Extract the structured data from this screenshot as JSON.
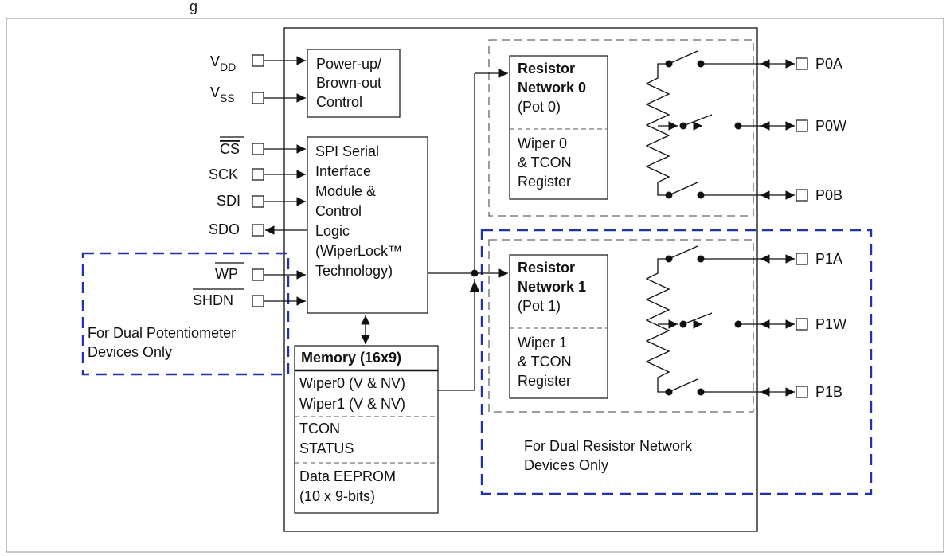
{
  "header": {
    "title_fragment": "g"
  },
  "pins_left": [
    {
      "id": "vdd",
      "base": "V",
      "sub": "DD"
    },
    {
      "id": "vss",
      "base": "V",
      "sub": "SS"
    },
    {
      "id": "cs",
      "label": "CS"
    },
    {
      "id": "sck",
      "label": "SCK"
    },
    {
      "id": "sdi",
      "label": "SDI"
    },
    {
      "id": "sdo",
      "label": "SDO"
    },
    {
      "id": "wp",
      "label": "WP"
    },
    {
      "id": "shdn",
      "label": "SHDN"
    }
  ],
  "pins_right": [
    "P0A",
    "P0W",
    "P0B",
    "P1A",
    "P1W",
    "P1B"
  ],
  "blocks": {
    "power": [
      "Power-up/",
      "Brown-out",
      "Control"
    ],
    "spi": [
      "SPI Serial",
      "Interface",
      "Module &",
      "Control",
      "Logic",
      "(WiperLock™",
      "Technology)"
    ],
    "memory": {
      "title": "Memory (16x9)",
      "rows1": [
        "Wiper0 (V & NV)",
        "Wiper1 (V & NV)"
      ],
      "rows2": [
        "TCON",
        "STATUS"
      ],
      "rows3": [
        "Data EEPROM",
        "(10 x 9-bits)"
      ]
    },
    "rn0": {
      "title1": "Resistor",
      "title2": "Network 0",
      "sub": "(Pot 0)",
      "reg": [
        "Wiper 0",
        "& TCON",
        "Register"
      ]
    },
    "rn1": {
      "title1": "Resistor",
      "title2": "Network 1",
      "sub": "(Pot 1)",
      "reg": [
        "Wiper 1",
        "& TCON",
        "Register"
      ]
    }
  },
  "notes": {
    "dual_pot": [
      "For Dual Potentiometer",
      "Devices Only"
    ],
    "dual_rn": [
      "For Dual Resistor Network",
      "Devices Only"
    ]
  },
  "colors": {
    "note_border": "#2233aa",
    "line": "#111111"
  }
}
